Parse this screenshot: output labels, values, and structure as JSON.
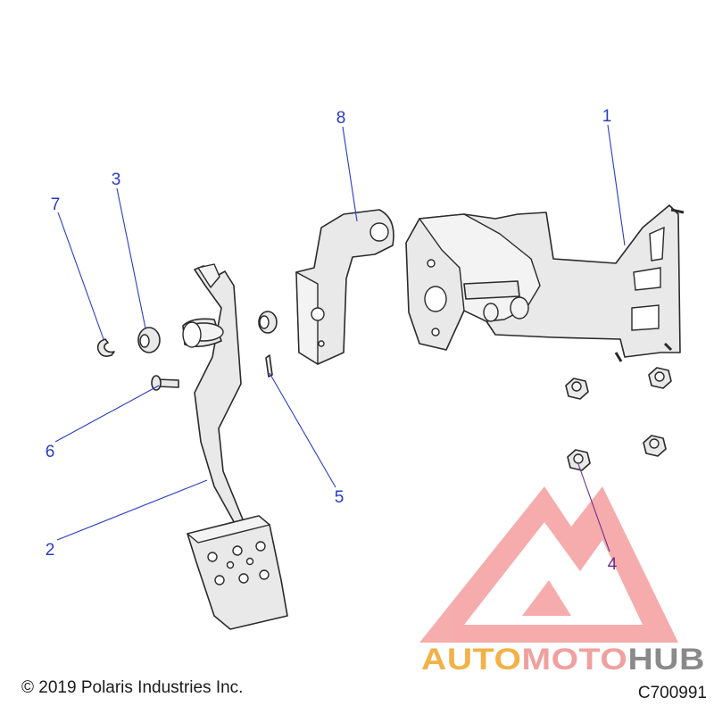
{
  "callouts": {
    "c1": "1",
    "c2": "2",
    "c3": "3",
    "c4": "4",
    "c5": "5",
    "c6": "6",
    "c7": "7",
    "c8": "8"
  },
  "footer": {
    "copyright": "© 2019 Polaris Industries Inc.",
    "diagram_code": "C700991"
  },
  "watermark": {
    "text": "AUTOMOTOHUB",
    "segments": [
      {
        "text": "AUTO",
        "color": "#f2b248"
      },
      {
        "text": "MOTO",
        "color": "#f0a0a0"
      },
      {
        "text": "HUB",
        "color": "#8a8a8a"
      }
    ]
  },
  "colors": {
    "callout": "#2a3cc4",
    "callout_alt": "#6a2c8c",
    "watermark_triangle": "#ef6a6a"
  }
}
